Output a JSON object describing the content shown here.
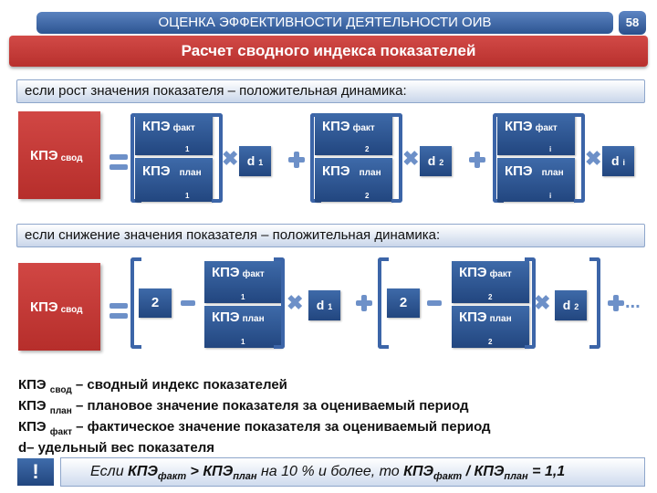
{
  "header": {
    "title": "ОЦЕНКА ЭФФЕКТИВНОСТИ ДЕЯТЕЛЬНОСТИ ОИВ",
    "page_number": "58",
    "subtitle": "Расчет сводного индекса показателей"
  },
  "section1": {
    "condition": "если рост значения показателя – положительная динамика:",
    "result": {
      "label": "КПЭ",
      "sub": "свод"
    },
    "terms": [
      {
        "fact_label": "КПЭ",
        "fact_sub": "факт",
        "fact_idx": "1",
        "plan_label": "КПЭ",
        "plan_sub": "план",
        "plan_idx": "1",
        "d_label": "d",
        "d_idx": "1"
      },
      {
        "fact_label": "КПЭ",
        "fact_sub": "факт",
        "fact_idx": "2",
        "plan_label": "КПЭ",
        "plan_sub": "план",
        "plan_idx": "2",
        "d_label": "d",
        "d_idx": "2"
      },
      {
        "fact_label": "КПЭ",
        "fact_sub": "факт",
        "fact_idx": "i",
        "plan_label": "КПЭ",
        "plan_sub": "план",
        "plan_idx": "i",
        "d_label": "d",
        "d_idx": "i"
      }
    ]
  },
  "section2": {
    "condition": "если снижение значения показателя – положительная динамика:",
    "result": {
      "label": "КПЭ",
      "sub": "свод"
    },
    "terms": [
      {
        "constant": "2",
        "fact_label": "КПЭ",
        "fact_sub": "факт",
        "fact_idx": "1",
        "plan_label": "КПЭ",
        "plan_sub": "план",
        "plan_idx": "1",
        "d_label": "d",
        "d_idx": "1"
      },
      {
        "constant": "2",
        "fact_label": "КПЭ",
        "fact_sub": "факт",
        "fact_idx": "2",
        "plan_label": "КПЭ",
        "plan_sub": "план",
        "plan_idx": "2",
        "d_label": "d",
        "d_idx": "2"
      }
    ],
    "ellipsis": "..."
  },
  "legend": [
    {
      "term": "КПЭ",
      "sub": "свод",
      "desc": "– сводный индекс показателей"
    },
    {
      "term": "КПЭ",
      "sub": "план",
      "desc": "– плановое значение показателя за оцениваемый период"
    },
    {
      "term": "КПЭ",
      "sub": "факт",
      "desc": "– фактическое значение показателя за оцениваемый период"
    },
    {
      "term": "d",
      "sub": "",
      "desc": "– удельный вес показателя"
    }
  ],
  "note": {
    "icon": "!",
    "prefix": "Если ",
    "a_label": "КПЭ",
    "a_sub": "факт",
    "gt": " > ",
    "b_label": "КПЭ",
    "b_sub": "план",
    "middle": " на 10 % и более, то ",
    "c_label": "КПЭ",
    "c_sub": "факт",
    "slash": " / ",
    "d_label": "КПЭ",
    "d_sub": "план",
    "result": " = 1,1"
  }
}
